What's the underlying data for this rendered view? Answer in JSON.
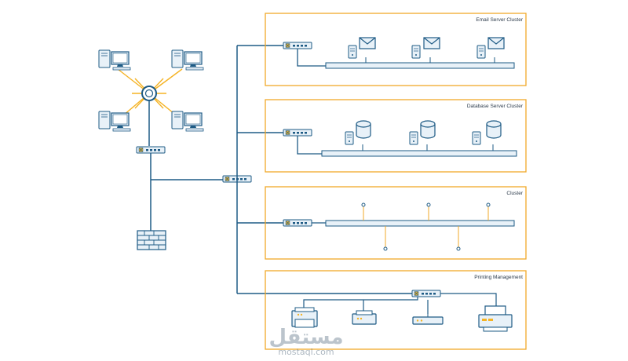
{
  "diagram": {
    "title": "Network Topology",
    "clusters": [
      {
        "id": "email",
        "label": "Email Server Cluster"
      },
      {
        "id": "database",
        "label": "Database Server Cluster"
      },
      {
        "id": "cluster",
        "label": "Cluster"
      },
      {
        "id": "printing",
        "label": "Printing Management"
      }
    ],
    "watermark": {
      "arabic": "مستقل",
      "latin": "mostaql.com"
    },
    "colors": {
      "frame": "#f0a92a",
      "line": "#1e5b85",
      "device_fill": "#e8f1f8",
      "accent": "#f5b324"
    },
    "icons": [
      "desktop-computer-icon",
      "network-hub-icon",
      "network-switch-icon",
      "firewall-icon",
      "email-server-icon",
      "database-server-icon",
      "printer-icon",
      "router-icon"
    ]
  }
}
